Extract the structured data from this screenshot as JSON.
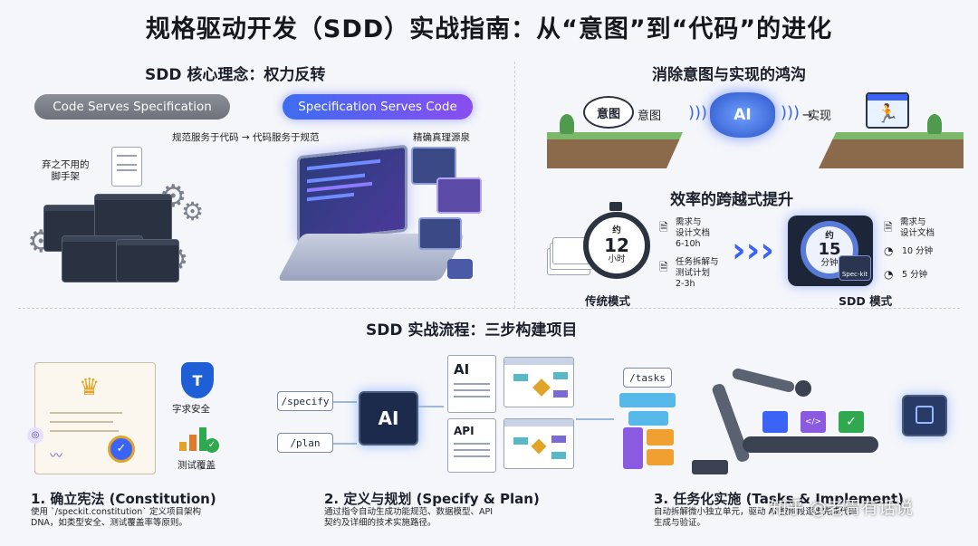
{
  "title": "规格驱动开发（SDD）实战指南：从“意图”到“代码”的进化",
  "core": {
    "heading": "SDD 核心理念：权力反转",
    "pill_old": "Code Serves Specification",
    "pill_new": "Specification Serves Code",
    "reverse_caption": "规范服务于代码 → 代码服务于规范",
    "scaffold_label": "弃之不用的\n脚手架",
    "truth_label": "精确真理源泉"
  },
  "gap": {
    "heading": "消除意图与实现的鸿沟",
    "intent_bubble": "意图",
    "intent_label": "意图",
    "ai_label": "AI",
    "impl_label": "实现"
  },
  "efficiency": {
    "heading": "效率的跨越式提升",
    "trad_time_prefix": "约",
    "trad_time_value": "12",
    "trad_time_unit": "小时",
    "trad_item1": "需求与\n设计文档\n6-10h",
    "trad_item2": "任务拆解与\n测试计划\n2-3h",
    "trad_label": "传统模式",
    "sdd_time_prefix": "约",
    "sdd_time_value": "15",
    "sdd_time_unit": "分钟",
    "sdd_badge": "Spec-kit",
    "sdd_item1": "需求与\n设计文档",
    "sdd_item2": "10 分钟",
    "sdd_item3": "5 分钟",
    "sdd_label": "SDD 模式"
  },
  "workflow": {
    "heading": "SDD 实战流程：三步构建项目",
    "step1": {
      "badge_label": "T",
      "badge_text": "字求安全",
      "test_text": "测试覆盖",
      "title": "1. 确立宪法 (Constitution)",
      "desc": "使用 `/speckit.constitution` 定义项目架构\nDNA，如类型安全、测试覆盖率等原则。"
    },
    "step2": {
      "cmd_specify": "/specify",
      "cmd_plan": "/plan",
      "chip_label": "AI",
      "doc_ai": "AI",
      "doc_api": "API",
      "title": "2. 定义与规划 (Specify & Plan)",
      "desc": "通过指令自动生成功能规范、数据模型、API\n契约及详细的技术实施路径。"
    },
    "step3": {
      "cmd_tasks": "/tasks",
      "code_icon": "</>",
      "title": "3. 任务化实施 (Tasks & Implement)",
      "desc": "自动拆解微小独立单元，驱动 AI 按阶段逐步完成代码\n生成与验证。"
    }
  },
  "watermark": "知乎 @老胃有话说",
  "colors": {
    "accent_blue": "#3c6df0",
    "accent_purple": "#8a4df0",
    "cliff_brown": "#8a6a4a",
    "grass_green": "#7cb86a",
    "check_green": "#2fa84f"
  }
}
